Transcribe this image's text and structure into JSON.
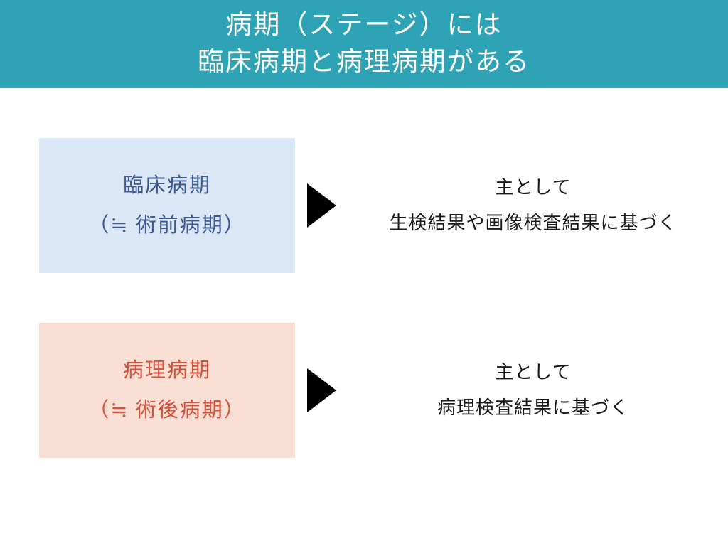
{
  "slide": {
    "background_color": "#ffffff",
    "header": {
      "background_color": "#2ea3b5",
      "text_color": "#ffffff",
      "title_line1": "病期（ステージ）には",
      "title_line2": "臨床病期と病理病期がある"
    },
    "rows": [
      {
        "id": "clinical",
        "box": {
          "background_color": "#dce7f5",
          "text_color": "#3d5a96",
          "line1": "臨床病期",
          "line2": "（≒ 術前病期）"
        },
        "arrow": {
          "icon": "right-triangle-arrow-icon",
          "color": "#000000"
        },
        "description": {
          "line1": "主として",
          "line2": "生検結果や画像検査結果に基づく",
          "text_color": "#1a1a1a"
        }
      },
      {
        "id": "pathological",
        "box": {
          "background_color": "#fae0d4",
          "text_color": "#d8503c",
          "line1": "病理病期",
          "line2": "（≒ 術後病期）"
        },
        "arrow": {
          "icon": "right-triangle-arrow-icon",
          "color": "#000000"
        },
        "description": {
          "line1": "主として",
          "line2": "病理検査結果に基づく",
          "text_color": "#1a1a1a"
        }
      }
    ]
  }
}
